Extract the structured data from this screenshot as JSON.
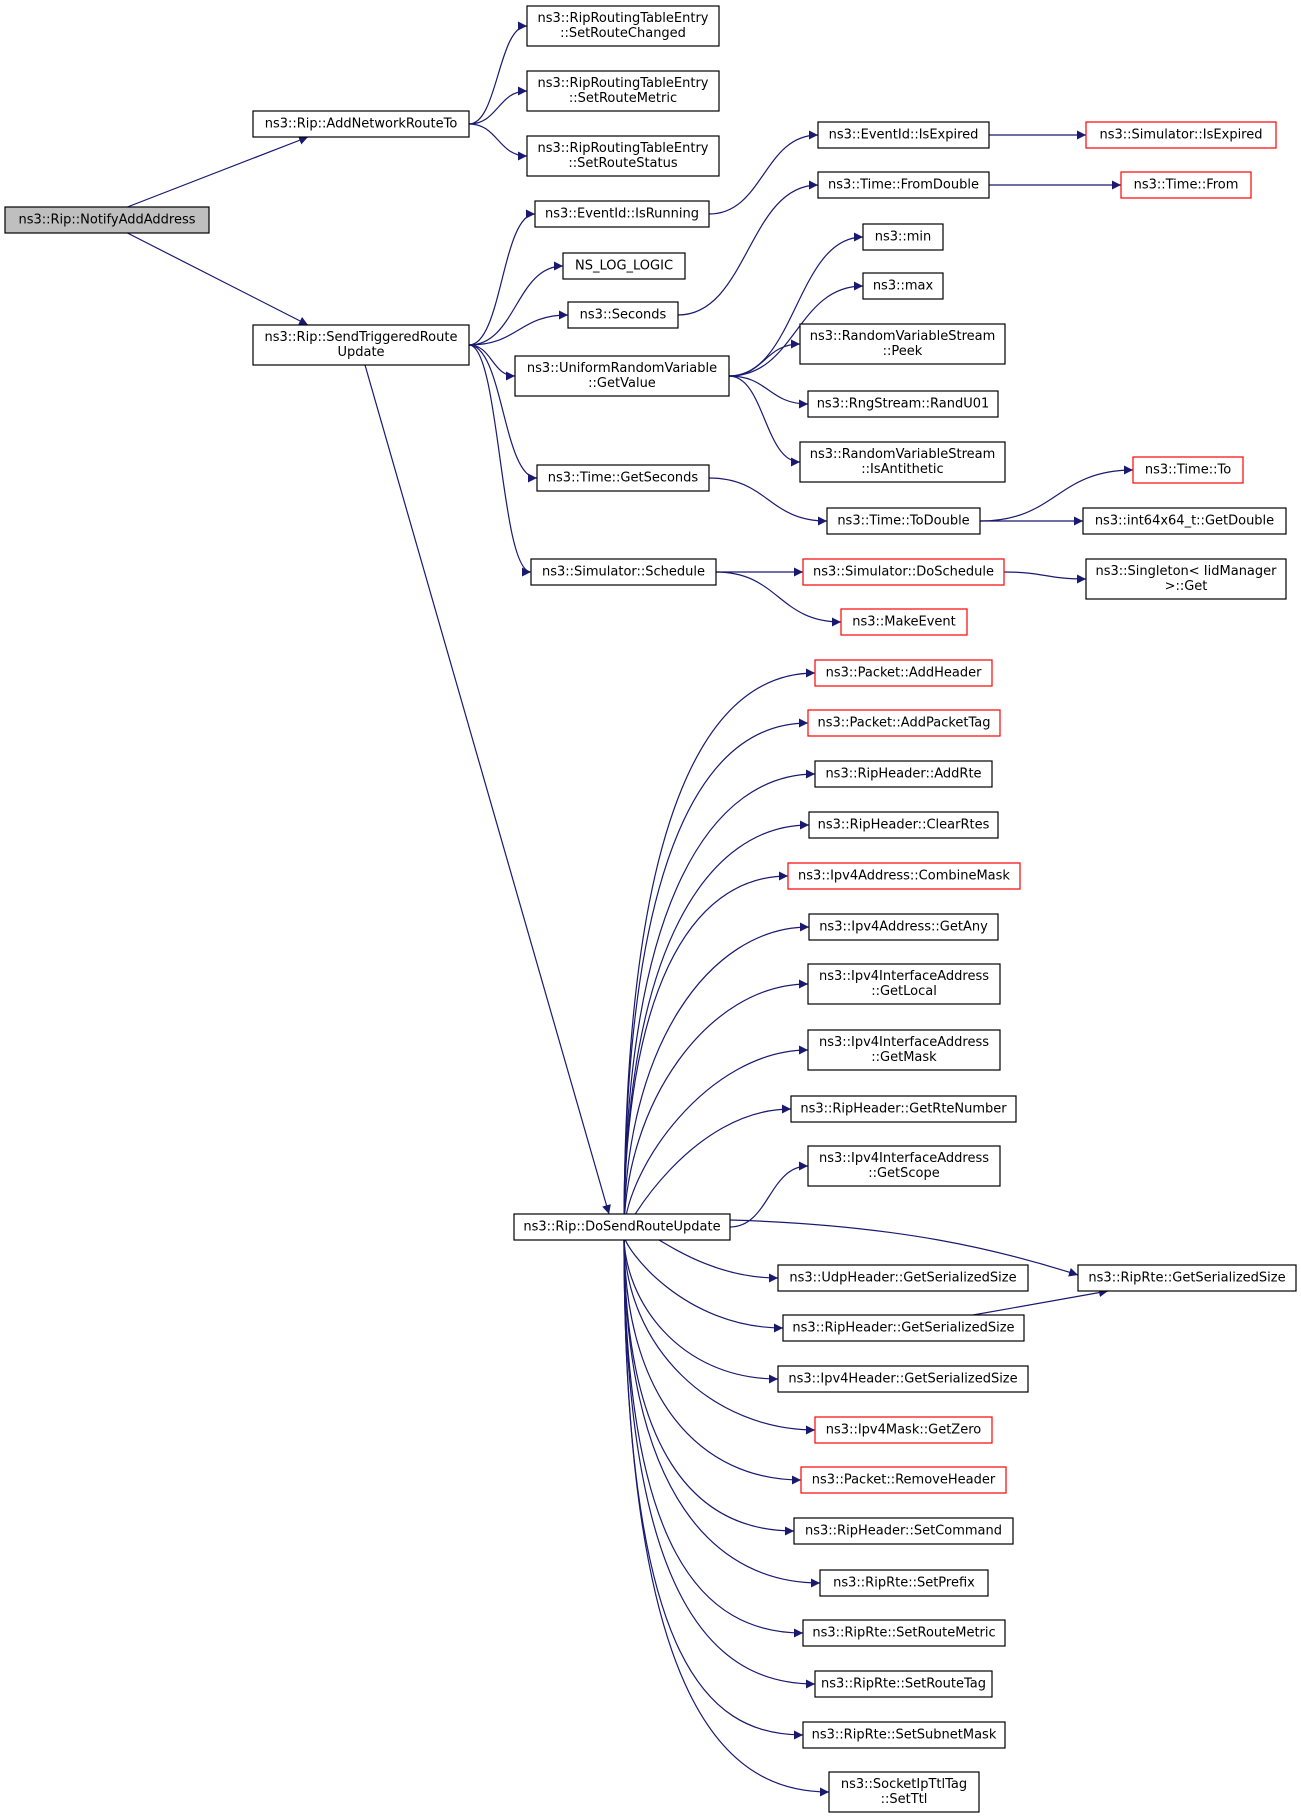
{
  "nodes": [
    {
      "id": "notify",
      "lines": [
        "ns3::Rip::NotifyAddAddress"
      ],
      "style": "root"
    },
    {
      "id": "addnet",
      "lines": [
        "ns3::Rip::AddNetworkRouteTo"
      ],
      "style": "normal"
    },
    {
      "id": "setchanged",
      "lines": [
        "ns3::RipRoutingTableEntry",
        "::SetRouteChanged"
      ],
      "style": "normal"
    },
    {
      "id": "setmetric_rte",
      "lines": [
        "ns3::RipRoutingTableEntry",
        "::SetRouteMetric"
      ],
      "style": "normal"
    },
    {
      "id": "setstatus",
      "lines": [
        "ns3::RipRoutingTableEntry",
        "::SetRouteStatus"
      ],
      "style": "normal"
    },
    {
      "id": "sendtrig",
      "lines": [
        "ns3::Rip::SendTriggeredRoute",
        "Update"
      ],
      "style": "normal"
    },
    {
      "id": "isrunning",
      "lines": [
        "ns3::EventId::IsRunning"
      ],
      "style": "normal"
    },
    {
      "id": "nslog",
      "lines": [
        "NS_LOG_LOGIC"
      ],
      "style": "normal"
    },
    {
      "id": "seconds",
      "lines": [
        "ns3::Seconds"
      ],
      "style": "normal"
    },
    {
      "id": "urv",
      "lines": [
        "ns3::UniformRandomVariable",
        "::GetValue"
      ],
      "style": "normal"
    },
    {
      "id": "getseconds",
      "lines": [
        "ns3::Time::GetSeconds"
      ],
      "style": "normal"
    },
    {
      "id": "schedule",
      "lines": [
        "ns3::Simulator::Schedule"
      ],
      "style": "normal"
    },
    {
      "id": "isexpired",
      "lines": [
        "ns3::EventId::IsExpired"
      ],
      "style": "normal"
    },
    {
      "id": "simexpired",
      "lines": [
        "ns3::Simulator::IsExpired"
      ],
      "style": "red"
    },
    {
      "id": "fromdouble",
      "lines": [
        "ns3::Time::FromDouble"
      ],
      "style": "normal"
    },
    {
      "id": "timefrom",
      "lines": [
        "ns3::Time::From"
      ],
      "style": "red"
    },
    {
      "id": "min",
      "lines": [
        "ns3::min"
      ],
      "style": "normal"
    },
    {
      "id": "max",
      "lines": [
        "ns3::max"
      ],
      "style": "normal"
    },
    {
      "id": "peek",
      "lines": [
        "ns3::RandomVariableStream",
        "::Peek"
      ],
      "style": "normal"
    },
    {
      "id": "randu01",
      "lines": [
        "ns3::RngStream::RandU01"
      ],
      "style": "normal"
    },
    {
      "id": "isanti",
      "lines": [
        "ns3::RandomVariableStream",
        "::IsAntithetic"
      ],
      "style": "normal"
    },
    {
      "id": "todouble",
      "lines": [
        "ns3::Time::ToDouble"
      ],
      "style": "normal"
    },
    {
      "id": "timeto",
      "lines": [
        "ns3::Time::To"
      ],
      "style": "red"
    },
    {
      "id": "int64",
      "lines": [
        "ns3::int64x64_t::GetDouble"
      ],
      "style": "normal"
    },
    {
      "id": "doschedule",
      "lines": [
        "ns3::Simulator::DoSchedule"
      ],
      "style": "red"
    },
    {
      "id": "singleton",
      "lines": [
        "ns3::Singleton< IidManager",
        " >::Get"
      ],
      "style": "normal"
    },
    {
      "id": "makeevent",
      "lines": [
        "ns3::MakeEvent"
      ],
      "style": "red"
    },
    {
      "id": "dosend",
      "lines": [
        "ns3::Rip::DoSendRouteUpdate"
      ],
      "style": "normal"
    },
    {
      "id": "addheader",
      "lines": [
        "ns3::Packet::AddHeader"
      ],
      "style": "red"
    },
    {
      "id": "addpackettag",
      "lines": [
        "ns3::Packet::AddPacketTag"
      ],
      "style": "red"
    },
    {
      "id": "addrte",
      "lines": [
        "ns3::RipHeader::AddRte"
      ],
      "style": "normal"
    },
    {
      "id": "clearrtes",
      "lines": [
        "ns3::RipHeader::ClearRtes"
      ],
      "style": "normal"
    },
    {
      "id": "combinemask",
      "lines": [
        "ns3::Ipv4Address::CombineMask"
      ],
      "style": "red"
    },
    {
      "id": "getany",
      "lines": [
        "ns3::Ipv4Address::GetAny"
      ],
      "style": "normal"
    },
    {
      "id": "getlocal",
      "lines": [
        "ns3::Ipv4InterfaceAddress",
        "::GetLocal"
      ],
      "style": "normal"
    },
    {
      "id": "getmask",
      "lines": [
        "ns3::Ipv4InterfaceAddress",
        "::GetMask"
      ],
      "style": "normal"
    },
    {
      "id": "getrtenum",
      "lines": [
        "ns3::RipHeader::GetRteNumber"
      ],
      "style": "normal"
    },
    {
      "id": "getscope",
      "lines": [
        "ns3::Ipv4InterfaceAddress",
        "::GetScope"
      ],
      "style": "normal"
    },
    {
      "id": "udpsize",
      "lines": [
        "ns3::UdpHeader::GetSerializedSize"
      ],
      "style": "normal"
    },
    {
      "id": "riprtesize",
      "lines": [
        "ns3::RipRte::GetSerializedSize"
      ],
      "style": "normal"
    },
    {
      "id": "ripheadersize",
      "lines": [
        "ns3::RipHeader::GetSerializedSize"
      ],
      "style": "normal"
    },
    {
      "id": "ipv4size",
      "lines": [
        "ns3::Ipv4Header::GetSerializedSize"
      ],
      "style": "normal"
    },
    {
      "id": "getzero",
      "lines": [
        "ns3::Ipv4Mask::GetZero"
      ],
      "style": "red"
    },
    {
      "id": "removeheader",
      "lines": [
        "ns3::Packet::RemoveHeader"
      ],
      "style": "red"
    },
    {
      "id": "setcommand",
      "lines": [
        "ns3::RipHeader::SetCommand"
      ],
      "style": "normal"
    },
    {
      "id": "setprefix",
      "lines": [
        "ns3::RipRte::SetPrefix"
      ],
      "style": "normal"
    },
    {
      "id": "setmetric_rip",
      "lines": [
        "ns3::RipRte::SetRouteMetric"
      ],
      "style": "normal"
    },
    {
      "id": "setroutetag",
      "lines": [
        "ns3::RipRte::SetRouteTag"
      ],
      "style": "normal"
    },
    {
      "id": "setsubnet",
      "lines": [
        "ns3::RipRte::SetSubnetMask"
      ],
      "style": "normal"
    },
    {
      "id": "setttl",
      "lines": [
        "ns3::SocketIpTtlTag",
        "::SetTtl"
      ],
      "style": "normal"
    }
  ],
  "edges": [
    [
      "notify",
      "addnet"
    ],
    [
      "notify",
      "sendtrig"
    ],
    [
      "addnet",
      "setchanged"
    ],
    [
      "addnet",
      "setmetric_rte"
    ],
    [
      "addnet",
      "setstatus"
    ],
    [
      "sendtrig",
      "isrunning"
    ],
    [
      "sendtrig",
      "nslog"
    ],
    [
      "sendtrig",
      "seconds"
    ],
    [
      "sendtrig",
      "urv"
    ],
    [
      "sendtrig",
      "getseconds"
    ],
    [
      "sendtrig",
      "schedule"
    ],
    [
      "sendtrig",
      "dosend"
    ],
    [
      "isrunning",
      "isexpired"
    ],
    [
      "isexpired",
      "simexpired"
    ],
    [
      "seconds",
      "fromdouble"
    ],
    [
      "fromdouble",
      "timefrom"
    ],
    [
      "urv",
      "min"
    ],
    [
      "urv",
      "max"
    ],
    [
      "urv",
      "peek"
    ],
    [
      "urv",
      "randu01"
    ],
    [
      "urv",
      "isanti"
    ],
    [
      "getseconds",
      "todouble"
    ],
    [
      "todouble",
      "timeto"
    ],
    [
      "todouble",
      "int64"
    ],
    [
      "schedule",
      "doschedule"
    ],
    [
      "schedule",
      "makeevent"
    ],
    [
      "doschedule",
      "singleton"
    ],
    [
      "dosend",
      "addheader"
    ],
    [
      "dosend",
      "addpackettag"
    ],
    [
      "dosend",
      "addrte"
    ],
    [
      "dosend",
      "clearrtes"
    ],
    [
      "dosend",
      "combinemask"
    ],
    [
      "dosend",
      "getany"
    ],
    [
      "dosend",
      "getlocal"
    ],
    [
      "dosend",
      "getmask"
    ],
    [
      "dosend",
      "getrtenum"
    ],
    [
      "dosend",
      "getscope"
    ],
    [
      "dosend",
      "riprtesize"
    ],
    [
      "dosend",
      "udpsize"
    ],
    [
      "dosend",
      "ripheadersize"
    ],
    [
      "dosend",
      "ipv4size"
    ],
    [
      "dosend",
      "getzero"
    ],
    [
      "dosend",
      "removeheader"
    ],
    [
      "dosend",
      "setcommand"
    ],
    [
      "dosend",
      "setprefix"
    ],
    [
      "dosend",
      "setmetric_rip"
    ],
    [
      "dosend",
      "setroutetag"
    ],
    [
      "dosend",
      "setsubnet"
    ],
    [
      "dosend",
      "setttl"
    ],
    [
      "ripheadersize",
      "riprtesize"
    ]
  ],
  "colors": {
    "edge": "#191970",
    "border": "#000000",
    "border_red": "#ff0000",
    "root_fill": "#bfbfbf"
  }
}
